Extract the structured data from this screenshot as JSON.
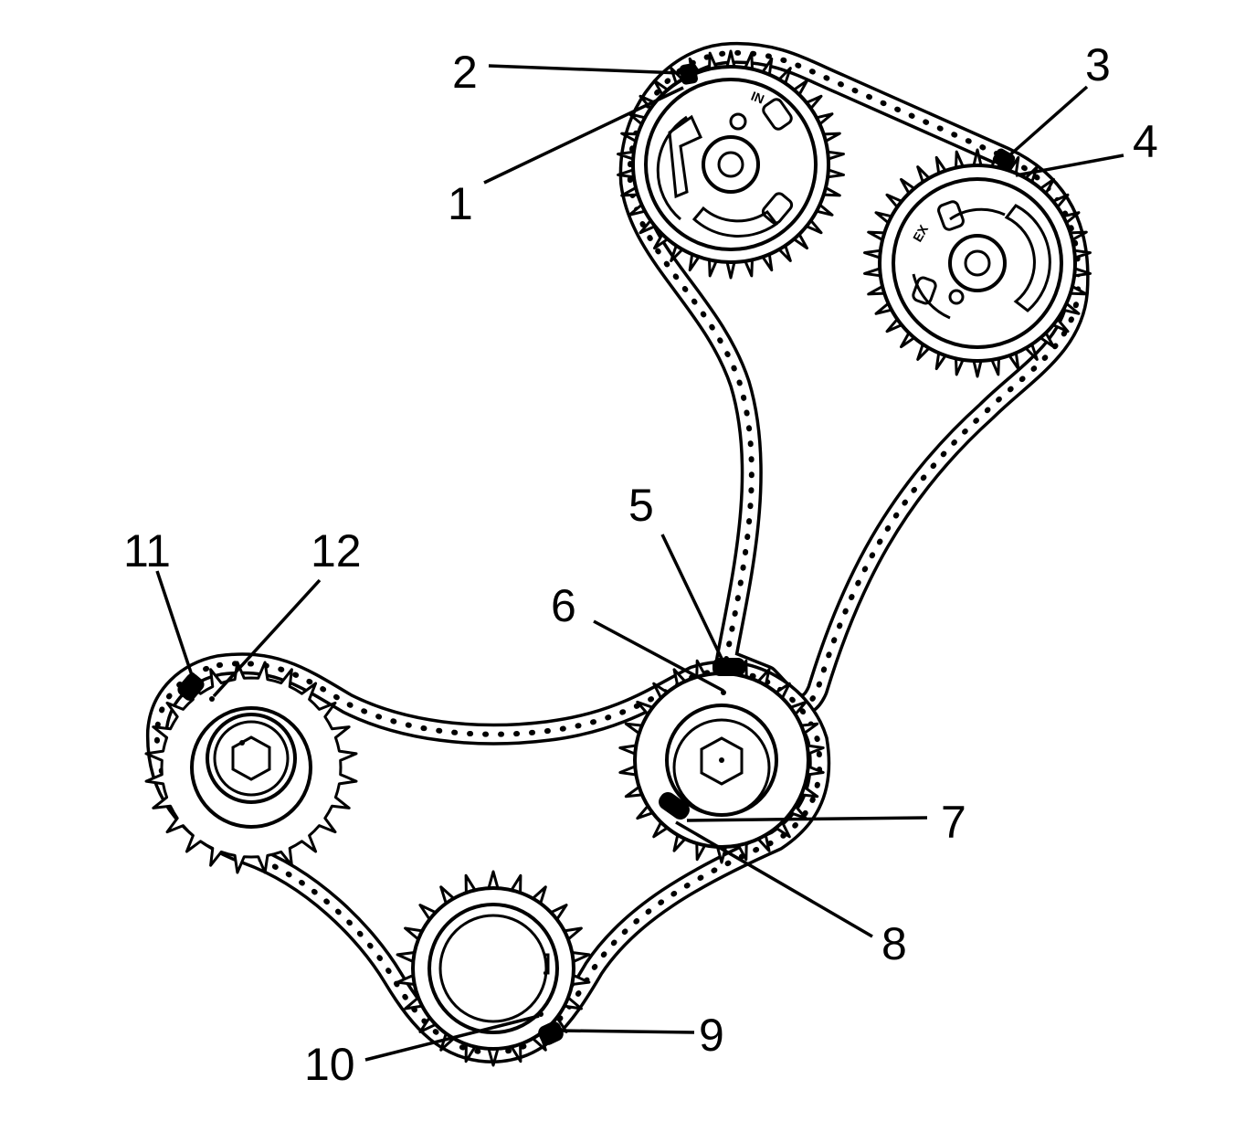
{
  "diagram": {
    "callouts": {
      "c1": "1",
      "c2": "2",
      "c3": "3",
      "c4": "4",
      "c5": "5",
      "c6": "6",
      "c7": "7",
      "c8": "8",
      "c9": "9",
      "c10": "10",
      "c11": "11",
      "c12": "12"
    },
    "sprocket_marks": {
      "intake": "IN",
      "exhaust": "EX"
    },
    "colors": {
      "line": "#000000",
      "background": "#ffffff"
    }
  }
}
